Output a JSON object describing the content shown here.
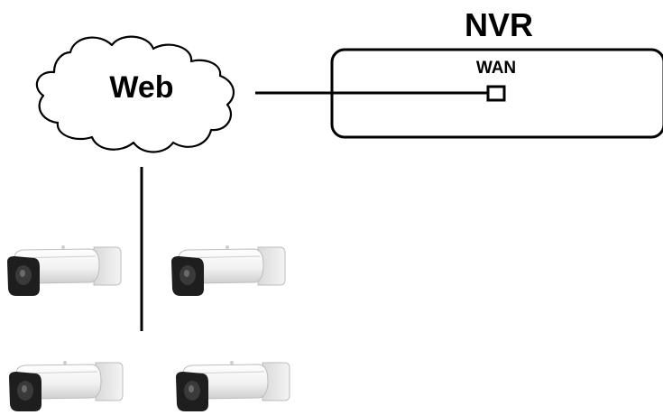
{
  "diagram": {
    "cloud_label": "Web",
    "nvr_title": "NVR",
    "port_label": "WAN"
  },
  "cameras": [
    {
      "name": "camera-top-left"
    },
    {
      "name": "camera-top-right"
    },
    {
      "name": "camera-bottom-left"
    },
    {
      "name": "camera-bottom-right"
    }
  ],
  "colors": {
    "line": "#000000",
    "camera_body": "#f2f2f2",
    "camera_face": "#1e1e1e",
    "lens": "#3a3a3a"
  }
}
